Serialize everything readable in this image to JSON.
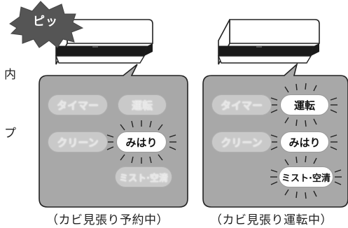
{
  "sound_effect": "ピッ",
  "side_text": {
    "top": "内",
    "bottom": "プ"
  },
  "left_panel": {
    "caption": "（カビ見張り予約中）",
    "buttons": {
      "timer": "タイマー",
      "run": "運転",
      "clean": "クリーン",
      "watch": "みはり",
      "mist": "ミスト·空清"
    }
  },
  "right_panel": {
    "caption": "（カビ見張り運転中）",
    "buttons": {
      "timer": "タイマー",
      "run": "運転",
      "clean": "クリーン",
      "watch": "みはり",
      "mist": "ミスト·空清"
    }
  },
  "colors": {
    "panel": "#a8a8a8",
    "button_off": "#c9c9c9",
    "button_on": "#ffffff",
    "burst": "#555555"
  }
}
